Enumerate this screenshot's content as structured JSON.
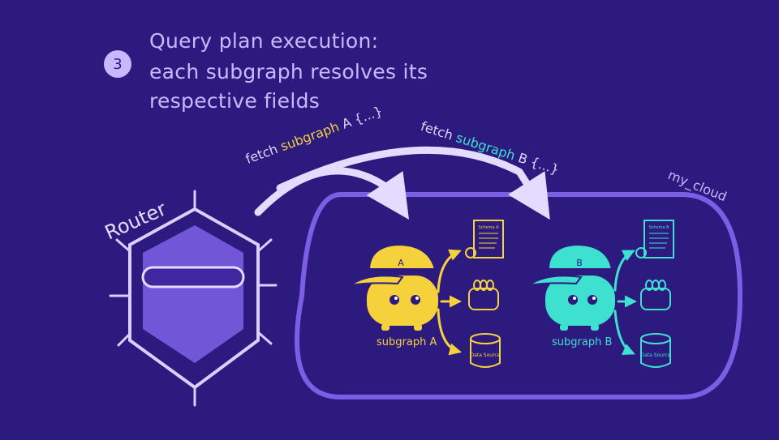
{
  "step": {
    "number": "3",
    "title_lines": [
      "Query plan execution:",
      "each subgraph resolves its",
      "respective fields"
    ]
  },
  "router": {
    "label": "Router"
  },
  "cloud": {
    "label": "my_cloud"
  },
  "fetch_a": {
    "prefix": "fetch ",
    "subgraph": "subgraph",
    "suffix": " A {...}"
  },
  "fetch_b": {
    "prefix": "fetch ",
    "subgraph": "subgraph",
    "suffix": " B {...}"
  },
  "subgraph_a": {
    "label": "subgraph A",
    "cap_letter": "A",
    "schema_label": "Schema A",
    "datasource_label": "Data Source",
    "color": "#f5d13c"
  },
  "subgraph_b": {
    "label": "subgraph B",
    "cap_letter": "B",
    "schema_label": "Schema B",
    "datasource_label": "Data Source",
    "color": "#3ee0d0"
  },
  "colors": {
    "background": "#2d1a7f",
    "lavender": "#c9b8ff",
    "router_fill": "#7156d8",
    "cloud_stroke": "#7a5ee6"
  }
}
